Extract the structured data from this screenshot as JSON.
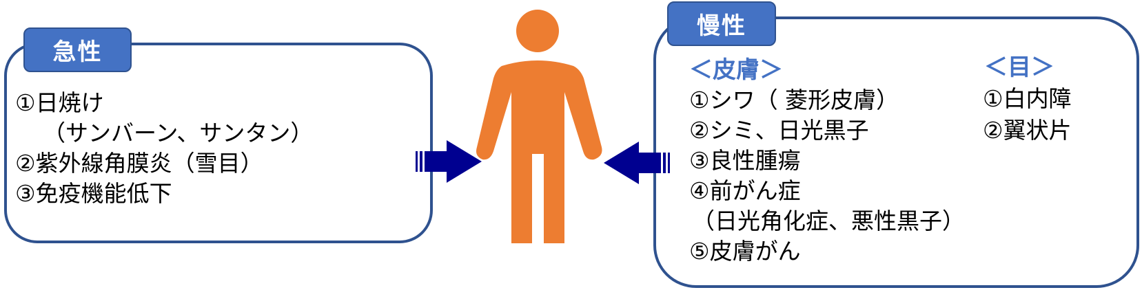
{
  "acute": {
    "title": "急性",
    "items": [
      "①日焼け",
      "（サンバーン、サンタン）",
      "②紫外線角膜炎（雪目）",
      "③免疫機能低下"
    ]
  },
  "chronic": {
    "title": "慢性",
    "skin": {
      "heading": "＜皮膚＞",
      "items": [
        "①シワ（ 菱形皮膚）",
        "②シミ、日光黒子",
        "③良性腫瘍",
        "④前がん症",
        "（日光角化症、悪性黒子）",
        "⑤皮膚がん"
      ]
    },
    "eye": {
      "heading": "＜目＞",
      "items": [
        "①白内障",
        "②翼状片"
      ]
    }
  },
  "colors": {
    "panel_border": "#2f528f",
    "tab_fill": "#4472c4",
    "heading_text": "#4472c4",
    "person": "#ed7d31",
    "arrow": "#000090"
  },
  "icons": {
    "person": "person-icon",
    "left_arrow": "arrow-right-icon",
    "right_arrow": "arrow-left-icon"
  }
}
